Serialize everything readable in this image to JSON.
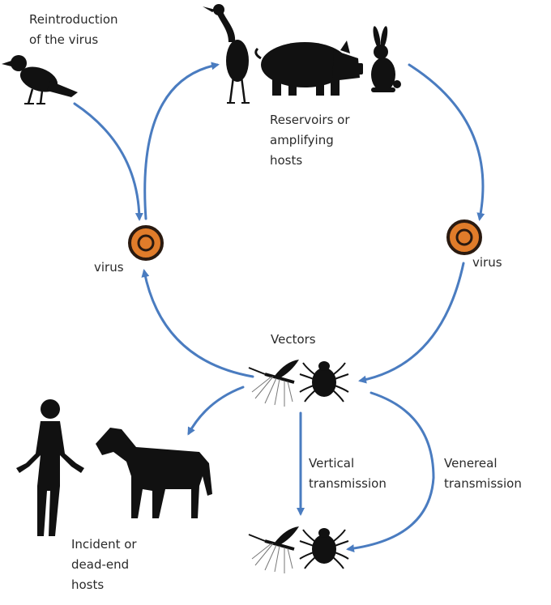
{
  "labels": {
    "reintroduction": [
      "Reintroduction",
      "of the virus"
    ],
    "reservoirs": [
      "Reservoirs or",
      "amplifying",
      "hosts"
    ],
    "virus_left": "virus",
    "virus_right": "virus",
    "vectors": "Vectors",
    "vertical": [
      "Vertical",
      "transmission"
    ],
    "venereal": [
      "Venereal",
      "transmission"
    ],
    "incident": [
      "Incident or",
      "dead-end",
      "hosts"
    ]
  },
  "icons": [
    "crow-icon",
    "heron-icon",
    "pig-icon",
    "rabbit-icon",
    "virus-icon",
    "mosquito-icon",
    "tick-icon",
    "human-icon",
    "horse-icon"
  ],
  "colors": {
    "arrow": "#4a7cc0",
    "virus_fill": "#e07c2a",
    "virus_ring": "#2a1a10",
    "silhouette": "#111111"
  }
}
